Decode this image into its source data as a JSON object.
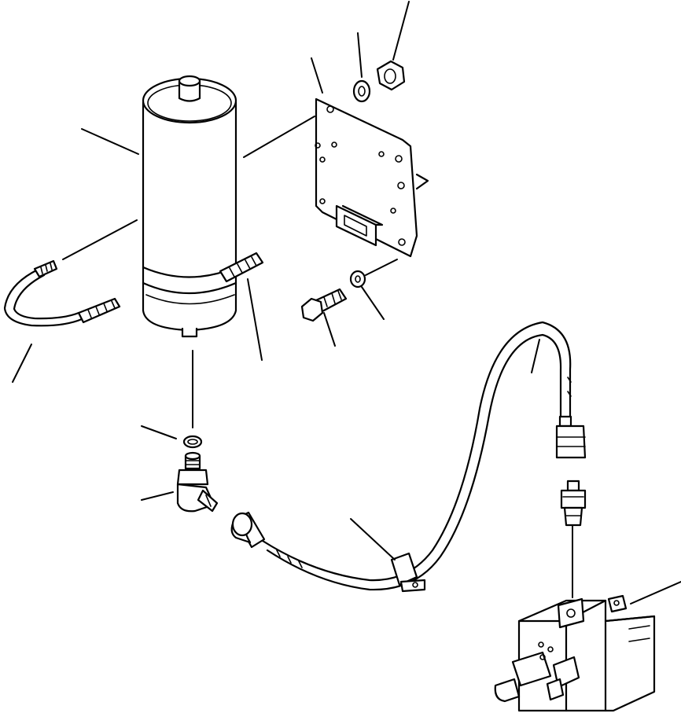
{
  "figure": {
    "kind": "exploded parts drawing (line art, no printed text)"
  },
  "parts": [
    {
      "id": "accumulator",
      "icon": "cylinder-accumulator"
    },
    {
      "id": "mounting-bracket",
      "icon": "plate-bracket"
    },
    {
      "id": "washer-upper",
      "icon": "washer"
    },
    {
      "id": "nut-upper",
      "icon": "hex-nut"
    },
    {
      "id": "washer-lower",
      "icon": "washer"
    },
    {
      "id": "bolt",
      "icon": "hex-bolt"
    },
    {
      "id": "u-bolt",
      "icon": "u-bolt"
    },
    {
      "id": "o-ring",
      "icon": "o-ring"
    },
    {
      "id": "elbow-fitting",
      "icon": "elbow-fitting"
    },
    {
      "id": "hose",
      "icon": "hydraulic-hose"
    },
    {
      "id": "hose-clamp",
      "icon": "clamp"
    },
    {
      "id": "connector",
      "icon": "straight-connector"
    },
    {
      "id": "valve-block",
      "icon": "valve-block"
    }
  ]
}
